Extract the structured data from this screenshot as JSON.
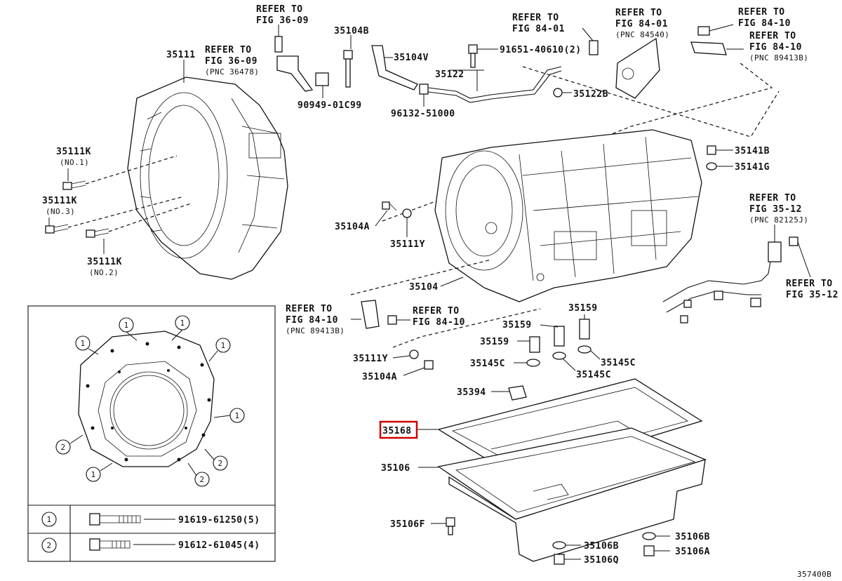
{
  "callouts": {
    "p35111": "35111",
    "p35111k_1": "35111K",
    "p35111k_1_note": "(NO.1)",
    "p35111k_3": "35111K",
    "p35111k_3_note": "(NO.3)",
    "p35111k_2": "35111K",
    "p35111k_2_note": "(NO.2)",
    "p35104b": "35104B",
    "p35104v": "35104V",
    "p90949": "90949-01C99",
    "p35122": "35122",
    "p91651": "91651-40610(2)",
    "p96132": "96132-51000",
    "p35122b": "35122B",
    "p35141b": "35141B",
    "p35141g": "35141G",
    "p35104a_top": "35104A",
    "p35111y_top": "35111Y",
    "p35104": "35104",
    "p35159_a": "35159",
    "p35159_b": "35159",
    "p35159_c": "35159",
    "p35145c_a": "35145C",
    "p35145c_b": "35145C",
    "p35145c_c": "35145C",
    "p35111y_bot": "35111Y",
    "p35104a_bot": "35104A",
    "p35394": "35394",
    "p35168": "35168",
    "p35106": "35106",
    "p35106f": "35106F",
    "p35106b_l": "35106B",
    "p35106q": "35106Q",
    "p35106b_r": "35106B",
    "p35106a": "35106A"
  },
  "references": {
    "r1_line1": "REFER TO",
    "r1_line2": "FIG 36-09",
    "r2_line1": "REFER TO",
    "r2_line2": "FIG 36-09",
    "r2_line3": "(PNC 36478)",
    "r3_line1": "REFER TO",
    "r3_line2": "FIG 84-01",
    "r4_line1": "REFER TO",
    "r4_line2": "FIG 84-01",
    "r4_line3": "(PNC 84540)",
    "r5_line1": "REFER TO",
    "r5_line2": "FIG 84-10",
    "r6_line1": "REFER TO",
    "r6_line2": "FIG 84-10",
    "r6_line3": "(PNC 89413B)",
    "r7_line1": "REFER TO",
    "r7_line2": "FIG 35-12",
    "r7_line3": "(PNC 82125J)",
    "r8_line1": "REFER TO",
    "r8_line2": "FIG 35-12",
    "r9_line1": "REFER TO",
    "r9_line2": "FIG 84-10",
    "r9_line3": "(PNC 89413B)",
    "r10_line1": "REFER TO",
    "r10_line2": "FIG 84-10"
  },
  "legend": {
    "n1": "1",
    "n2": "2",
    "bolt1_part": "91619-61250(5)",
    "bolt2_part": "91612-61045(4)"
  },
  "figure_id": "357400B",
  "highlight_color": "#d00000"
}
